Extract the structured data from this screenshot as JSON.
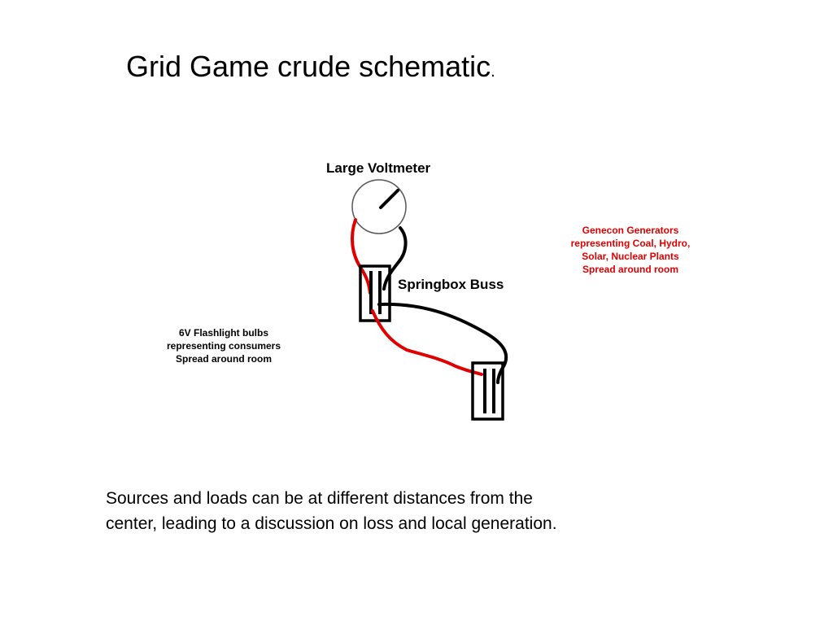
{
  "title": {
    "text": "Grid Game crude schematic",
    "period": "."
  },
  "labels": {
    "voltmeter": "Large Voltmeter",
    "springbox": "Springbox Buss"
  },
  "bulbs_note": {
    "lines": [
      "6V Flashlight bulbs",
      "representing consumers",
      "Spread around room"
    ],
    "color": "#000000"
  },
  "generators_note": {
    "lines": [
      "Genecon Generators",
      "representing Coal, Hydro,",
      "Solar, Nuclear Plants",
      "Spread around room"
    ],
    "color": "#e00000"
  },
  "caption": {
    "lines": [
      "Sources and loads can be at different distances from the",
      "center, leading to a discussion on loss and local generation."
    ]
  },
  "colors": {
    "positive_wire": "#e00000",
    "negative_wire": "#000000",
    "meter_outline": "#555555"
  }
}
